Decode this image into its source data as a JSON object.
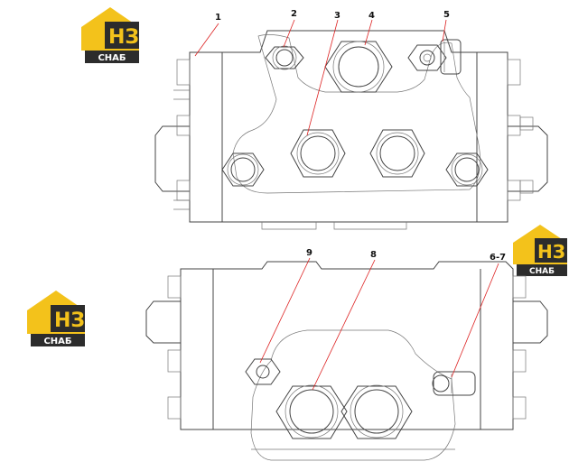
{
  "logo": {
    "mark": "НЗ",
    "subtitle": "СНАБ",
    "colors": {
      "yellow": "#f3c21b",
      "dark": "#2c2c2c"
    }
  },
  "callouts": {
    "c1": "1",
    "c2": "2",
    "c3": "3",
    "c4": "4",
    "c5": "5",
    "c67": "6-7",
    "c8": "8",
    "c9": "9"
  }
}
